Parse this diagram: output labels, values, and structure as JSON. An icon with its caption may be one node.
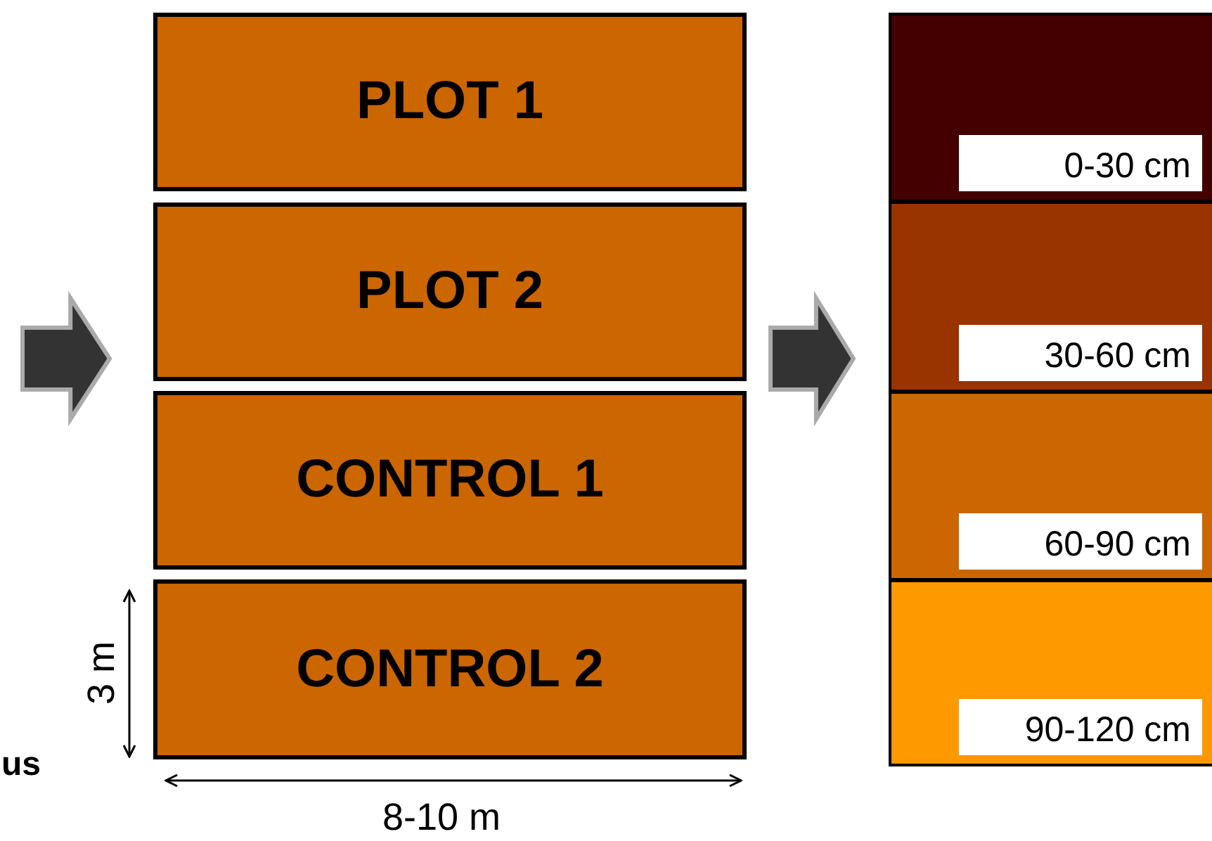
{
  "diagram": {
    "nodes": [
      {
        "text": [
          "PLOT 1"
        ]
      },
      {
        "text": [
          "PLOT 2"
        ]
      },
      {
        "text": [
          "CONTROL 1"
        ]
      },
      {
        "text": [
          "CONTROL 2"
        ]
      },
      {
        "text": [
          "0-30 cm"
        ]
      },
      {
        "text": [
          "30-60 cm"
        ]
      },
      {
        "text": [
          "60-90 cm"
        ]
      },
      {
        "text": [
          "90-120 cm"
        ]
      }
    ],
    "edges": [
      {
        "from": 1,
        "to": 5,
        "arrow": "to"
      }
    ],
    "labels": [
      "3 m",
      "8-10 m",
      "us"
    ]
  }
}
